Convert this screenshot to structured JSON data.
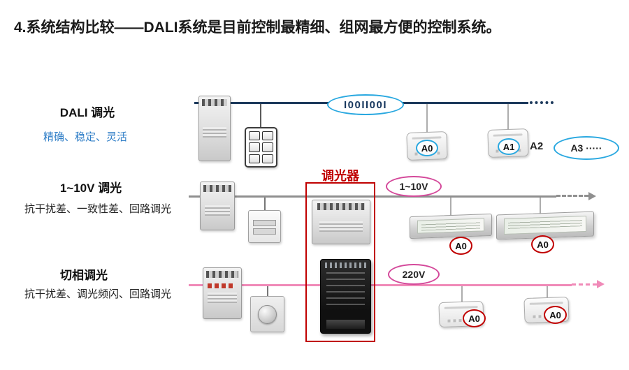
{
  "title": "4.系统结构比较——DALI系统是目前控制最精细、组网最方便的控制系统。",
  "dimmer_box": {
    "label": "调光器"
  },
  "dali": {
    "label": "DALI 调光",
    "subtitle": "精确、稳定、灵活",
    "signal": "I00II00I",
    "badges": {
      "a0": "A0",
      "a1": "A1",
      "a2": "A2",
      "a3": "A3 ·····"
    }
  },
  "v10": {
    "label": "1~10V 调光",
    "subtitle": "抗干扰差、一致性差、回路调光",
    "bubble": "1~10V",
    "badges": {
      "left": "A0",
      "right": "A0"
    }
  },
  "phase": {
    "label": "切相调光",
    "subtitle": "抗干扰差、调光频闪、回路调光",
    "bubble": "220V",
    "badges": {
      "left": "A0",
      "right": "A0"
    }
  },
  "colors": {
    "dali_line": "#1d3a5c",
    "dali_accent": "#29a8e0",
    "blue_text": "#2f7ec7",
    "gray_line": "#8f8f8f",
    "pink_line": "#f08ab8",
    "pink_accent": "#d4489a",
    "red": "#c00000"
  }
}
